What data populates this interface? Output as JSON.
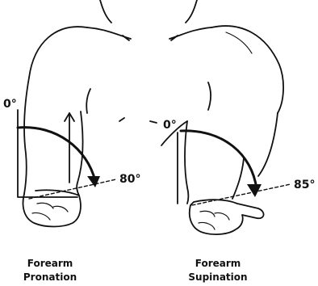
{
  "pronation": {
    "start_label": "0°",
    "end_label": "80°",
    "caption_line1": "Forearm",
    "caption_line2": "Pronation"
  },
  "supination": {
    "start_label": "0°",
    "end_label": "85°",
    "caption_line1": "Forearm",
    "caption_line2": "Supination"
  }
}
